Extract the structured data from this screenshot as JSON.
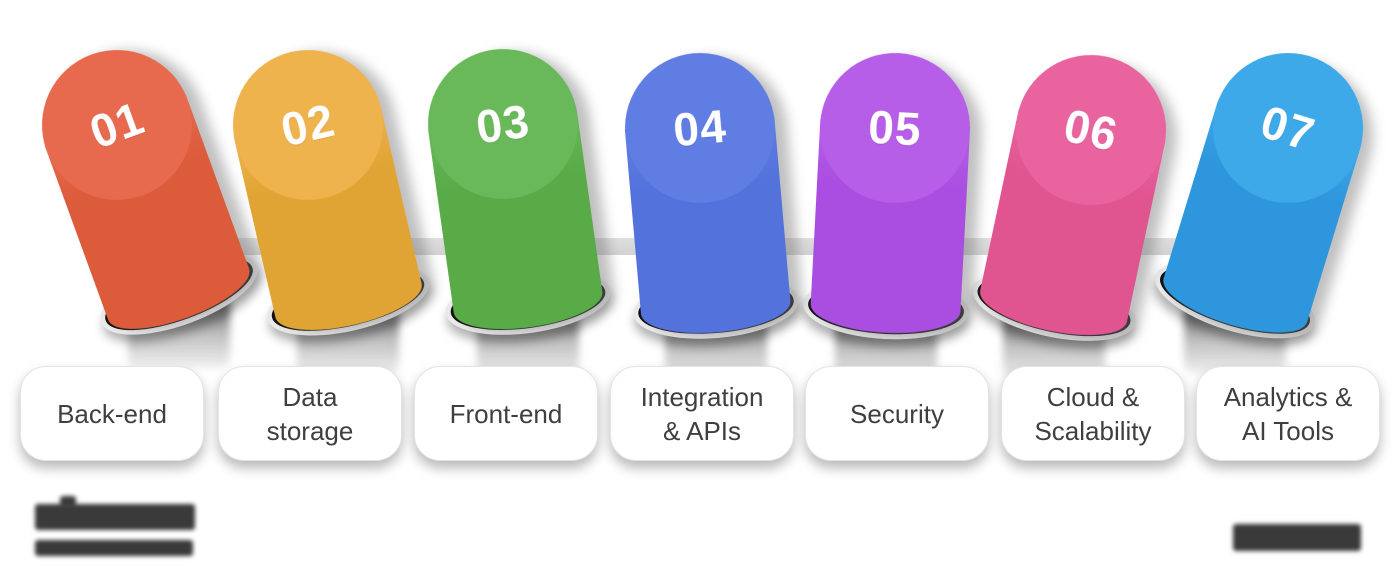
{
  "steps": [
    {
      "number": "01",
      "label": "Back-end",
      "color_top": "#E76A4E",
      "color_body": "#DC5B3B"
    },
    {
      "number": "02",
      "label": "Data\nstorage",
      "color_top": "#EFB34D",
      "color_body": "#E0A434"
    },
    {
      "number": "03",
      "label": "Front-end",
      "color_top": "#69B95A",
      "color_body": "#58AB47"
    },
    {
      "number": "04",
      "label": "Integration\n& APIs",
      "color_top": "#5F7DE2",
      "color_body": "#5472DC"
    },
    {
      "number": "05",
      "label": "Security",
      "color_top": "#B75EE9",
      "color_body": "#A94EE0"
    },
    {
      "number": "06",
      "label": "Cloud &\nScalability",
      "color_top": "#E9649F",
      "color_body": "#E05490"
    },
    {
      "number": "07",
      "label": "Analytics &\nAI Tools",
      "color_top": "#3DA9E9",
      "color_body": "#2E96DC"
    }
  ],
  "colors": {
    "background": "#FFFFFF",
    "connector_rail": "#D8D8D8",
    "card_background": "#FFFFFF",
    "card_text": "#3F3F3F",
    "number_text": "#FFFFFF",
    "socket_ring": "#101010",
    "watermark": "#3A3A3A"
  }
}
